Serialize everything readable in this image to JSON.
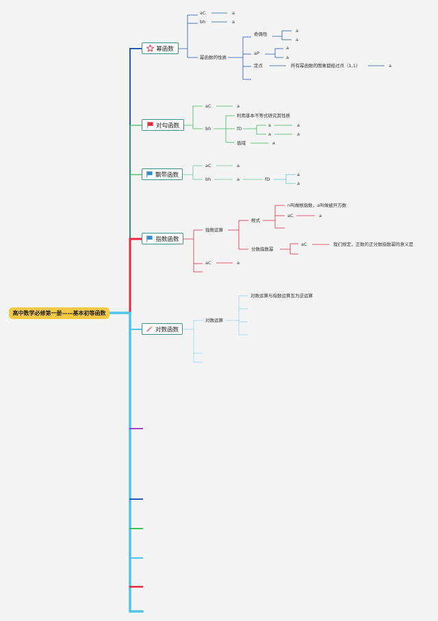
{
  "root": "高中数学必修第一册——基本初等函数",
  "topics": {
    "power": "幂函数",
    "hook": "对勾函数",
    "ribbon": "飘带函数",
    "exp": "指数函数",
    "log": "对数函数"
  },
  "power": {
    "ac": "aC",
    "ac_val": "a",
    "bh": "bh",
    "bh_val": "a",
    "props": "幂函数的性质",
    "parity": "奇偶性",
    "parity_v1": "a",
    "parity_v2": "a",
    "ap": "aP",
    "ap_v1": "a",
    "ap_v2": "a",
    "fixed": "定点",
    "fixed_desc": "所有幂函数的图象都经过点（1,1）",
    "fixed_val": "a"
  },
  "hook": {
    "ac": "aC",
    "ac_val": "a",
    "bh": "bh",
    "ineq": "利用基本不等式研究其性质",
    "fd": "fD",
    "fd_a1": "a",
    "fd_a1b": "a",
    "fd_a2": "a",
    "fd_a2b": "a",
    "range": "值域",
    "range_val": "a"
  },
  "ribbon": {
    "ac": "aC",
    "ac_val": "a",
    "bh": "bh",
    "bh_val": "a",
    "fd": "fD",
    "fd_v1": "a",
    "fd_v2": "a"
  },
  "exp": {
    "ops": "指数运算",
    "radical": "根式",
    "radical_desc": "n叫做根指数，a叫做被开方数",
    "radical_ac": "aC",
    "radical_ac_val": "a",
    "frac": "分数指数幂",
    "frac_ac": "aC",
    "frac_desc": "我们规定，正数的正分数指数幂的意义是",
    "ac": "aC",
    "ac_val": "a"
  },
  "log": {
    "ops": "对数运算",
    "inverse": "对数运算与指数运算互为逆运算"
  },
  "colors": {
    "root": "#f6c945",
    "blue": "#1f5bb4",
    "green": "#3bbd5a",
    "red": "#e8263f",
    "cyan": "#4fc3e8",
    "purple": "#a23fd0",
    "teal": "#3e8d8a"
  },
  "icons": {
    "power": "star-outline-icon",
    "hook": "red-flag-icon",
    "ribbon": "blue-flag-icon",
    "exp": "blue-flag-icon",
    "log": "magic-wand-icon"
  }
}
